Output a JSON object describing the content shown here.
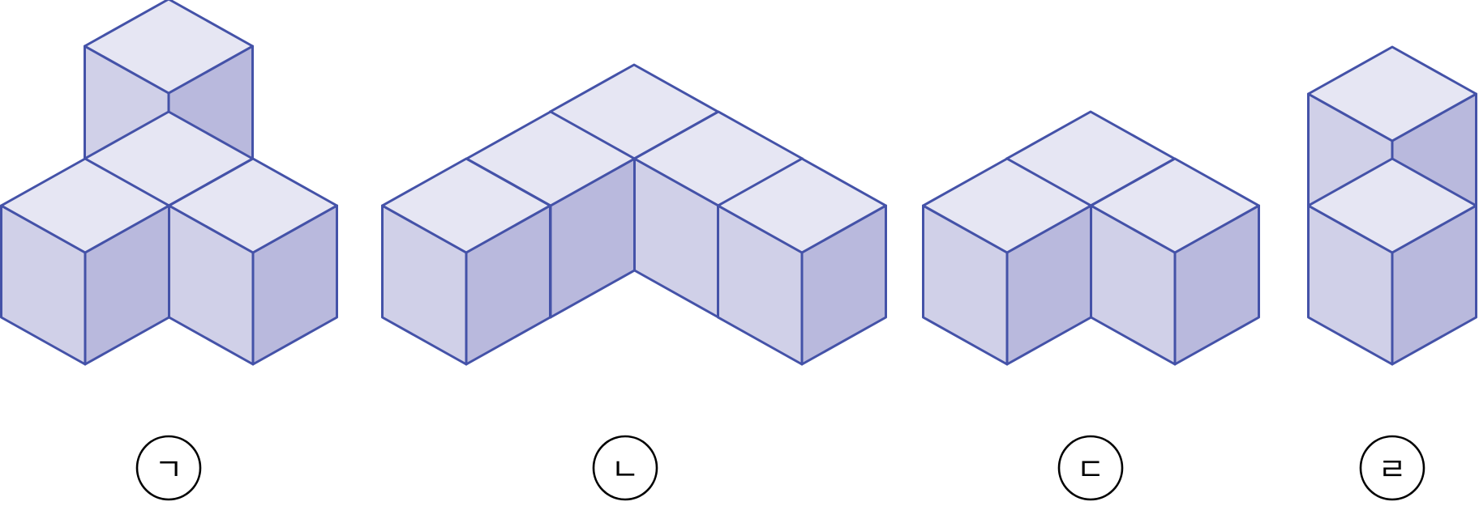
{
  "colors": {
    "top_face": "#e6e6f3",
    "left_face": "#d0d0e8",
    "right_face": "#b9b9dd",
    "edge": "#4452a8"
  },
  "figures": [
    {
      "label": "ㄱ",
      "cube_count": 4
    },
    {
      "label": "ㄴ",
      "cube_count": 5
    },
    {
      "label": "ㄷ",
      "cube_count": 3
    },
    {
      "label": "ㄹ",
      "cube_count": 2
    }
  ]
}
